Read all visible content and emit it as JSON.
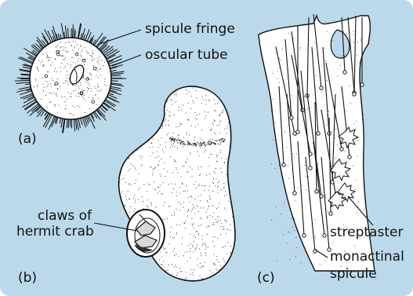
{
  "labels": {
    "spicule_fringe": "spicule fringe",
    "oscular_tube": "oscular tube",
    "panel_a": "(a)",
    "panel_b": "(b)",
    "panel_c": "(c)",
    "claws_line1": "claws of",
    "claws_line2": "hermit crab",
    "streptaster": "streptaster",
    "monactinal_line1": "monactinal",
    "monactinal_line2": "spicule"
  },
  "colors": {
    "background": "#bcd9ec",
    "specimen_fill": "#ffffff",
    "ink": "#111111"
  }
}
